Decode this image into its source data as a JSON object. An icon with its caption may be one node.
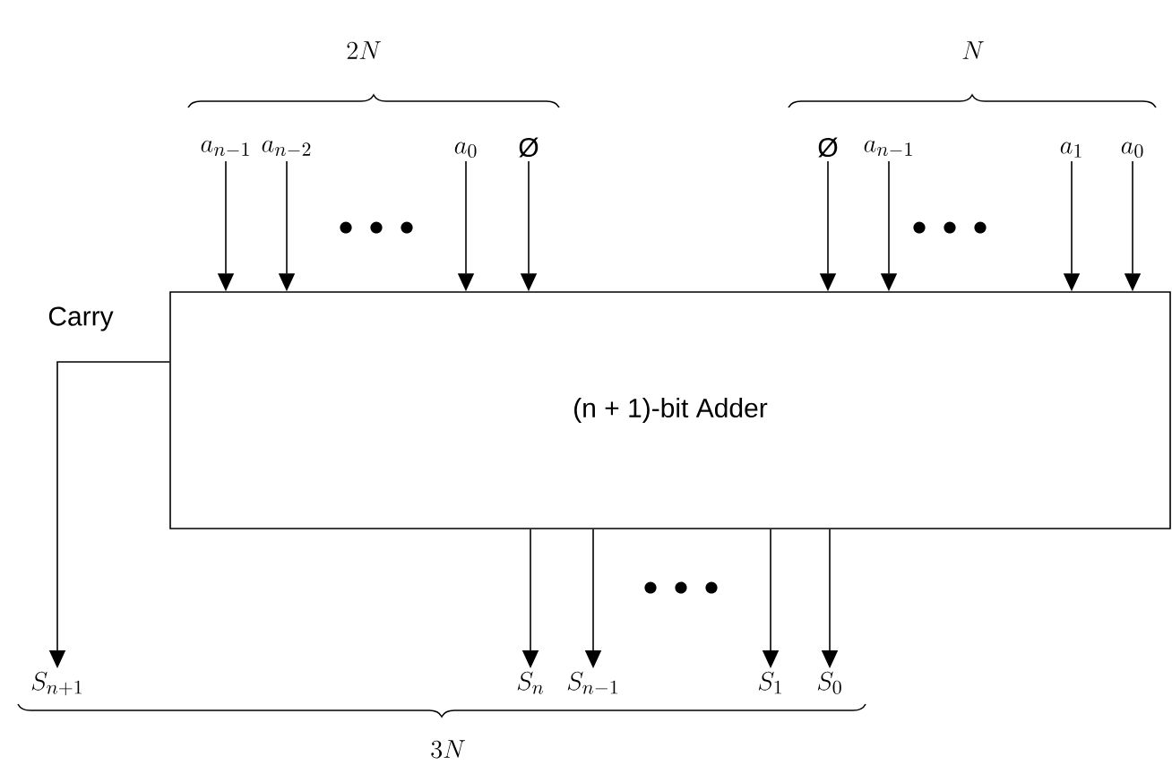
{
  "diagram": {
    "nodes": [
      {
        "text": [
          "(n + 1)-bit Adder"
        ]
      },
      {
        "text": [
          "a_{n-1}"
        ]
      },
      {
        "text": [
          "a_{n-2}"
        ]
      },
      {
        "text": [
          "a_{0}"
        ]
      },
      {
        "text": [
          "Ø"
        ]
      },
      {
        "text": [
          "Ø"
        ]
      },
      {
        "text": [
          "a_{n-1}"
        ]
      },
      {
        "text": [
          "a_{1}"
        ]
      },
      {
        "text": [
          "a_{0}"
        ]
      },
      {
        "text": [
          "S_{n+1}"
        ]
      },
      {
        "text": [
          "S_{n}"
        ]
      },
      {
        "text": [
          "S_{n-1}"
        ]
      },
      {
        "text": [
          "S_{1}"
        ]
      },
      {
        "text": [
          "S_{0}"
        ]
      }
    ],
    "edges": [
      {
        "from": 1,
        "to": 0,
        "arrow": "to"
      },
      {
        "from": 2,
        "to": 0,
        "arrow": "to"
      },
      {
        "from": 3,
        "to": 0,
        "arrow": "to"
      },
      {
        "from": 4,
        "to": 0,
        "arrow": "to"
      },
      {
        "from": 5,
        "to": 0,
        "arrow": "to"
      },
      {
        "from": 6,
        "to": 0,
        "arrow": "to"
      },
      {
        "from": 7,
        "to": 0,
        "arrow": "to"
      },
      {
        "from": 8,
        "to": 0,
        "arrow": "to"
      },
      {
        "from": 0,
        "to": 9,
        "arrow": "to"
      },
      {
        "from": 0,
        "to": 10,
        "arrow": "to"
      },
      {
        "from": 0,
        "to": 11,
        "arrow": "to"
      },
      {
        "from": 0,
        "to": 12,
        "arrow": "to"
      },
      {
        "from": 0,
        "to": 13,
        "arrow": "to"
      }
    ],
    "labels": [
      "2N",
      "N",
      "Carry",
      "3N"
    ]
  }
}
